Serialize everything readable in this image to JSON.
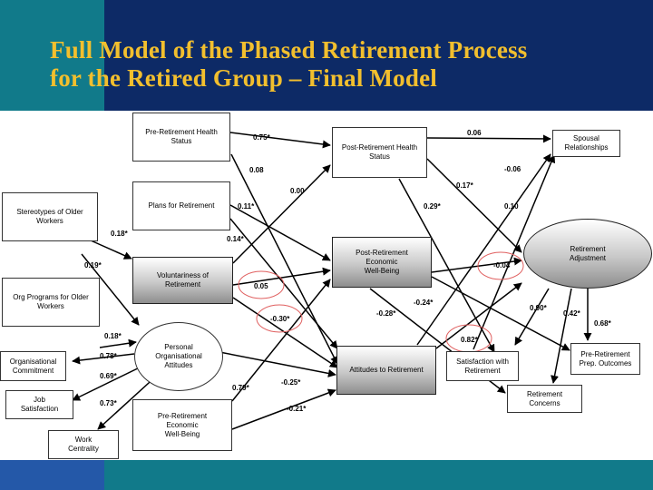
{
  "title": {
    "line1": "Full Model of the Phased Retirement Process",
    "line2": "for the Retired Group – Final Model"
  },
  "colors": {
    "header_navy": "#0d2a66",
    "header_teal": "#117a8a",
    "title_gold": "#f2bf2e",
    "footer_blue": "#2458a8",
    "highlight_circle": "#e06060"
  },
  "nodes": {
    "pre_health": "Pre-Retirement Health\nStatus",
    "plans": "Plans for Retirement",
    "voluntariness": "Voluntariness of\nRetirement",
    "stereotypes": "Stereotypes of Older\nWorkers",
    "org_programs": "Org Programs for Older\nWorkers",
    "personal_attitudes": "Personal\nOrganisational\nAttitudes",
    "org_commitment": "Organisational\nCommitment",
    "job_satisfaction": "Job\nSatisfaction",
    "work_centrality": "Work\nCentrality",
    "pre_economic": "Pre-Retirement\nEconomic\nWell-Being",
    "post_health": "Post-Retirement Health\nStatus",
    "post_economic": "Post-Retirement\nEconomic\nWell-Being",
    "attitudes_retirement": "Attitudes to Retirement",
    "satisfaction_retirement": "Satisfaction with\nRetirement",
    "spousal": "Spousal\nRelationships",
    "retirement_adjustment": "Retirement\nAdjustment",
    "retirement_concerns": "Retirement\nConcerns",
    "prep_outcomes": "Pre-Retirement\nPrep. Outcomes"
  },
  "coefficients": {
    "c075": "0.75*",
    "c008": "0.08",
    "c000": "0.00",
    "c006": "0.06",
    "c_006": "-0.06",
    "c017": "0.17*",
    "c011": "0.11*",
    "c014": "0.14*",
    "c029": "0.29*",
    "c010": "0.10",
    "c018a": "0.18*",
    "c019": "0.19*",
    "c005": "0.05",
    "c_030": "-0.30*",
    "c_004": "-0.04",
    "c_024": "-0.24*",
    "c_028": "-0.28*",
    "c090": "0.90*",
    "c042": "0.42*",
    "c068": "0.68*",
    "c082": "0.82*",
    "c018b": "0.18*",
    "c078": "0.78*",
    "c069": "0.69*",
    "c073": "0.73*",
    "c079": "0.79*",
    "c_025": "-0.25*",
    "c_021": "-0.21*"
  }
}
